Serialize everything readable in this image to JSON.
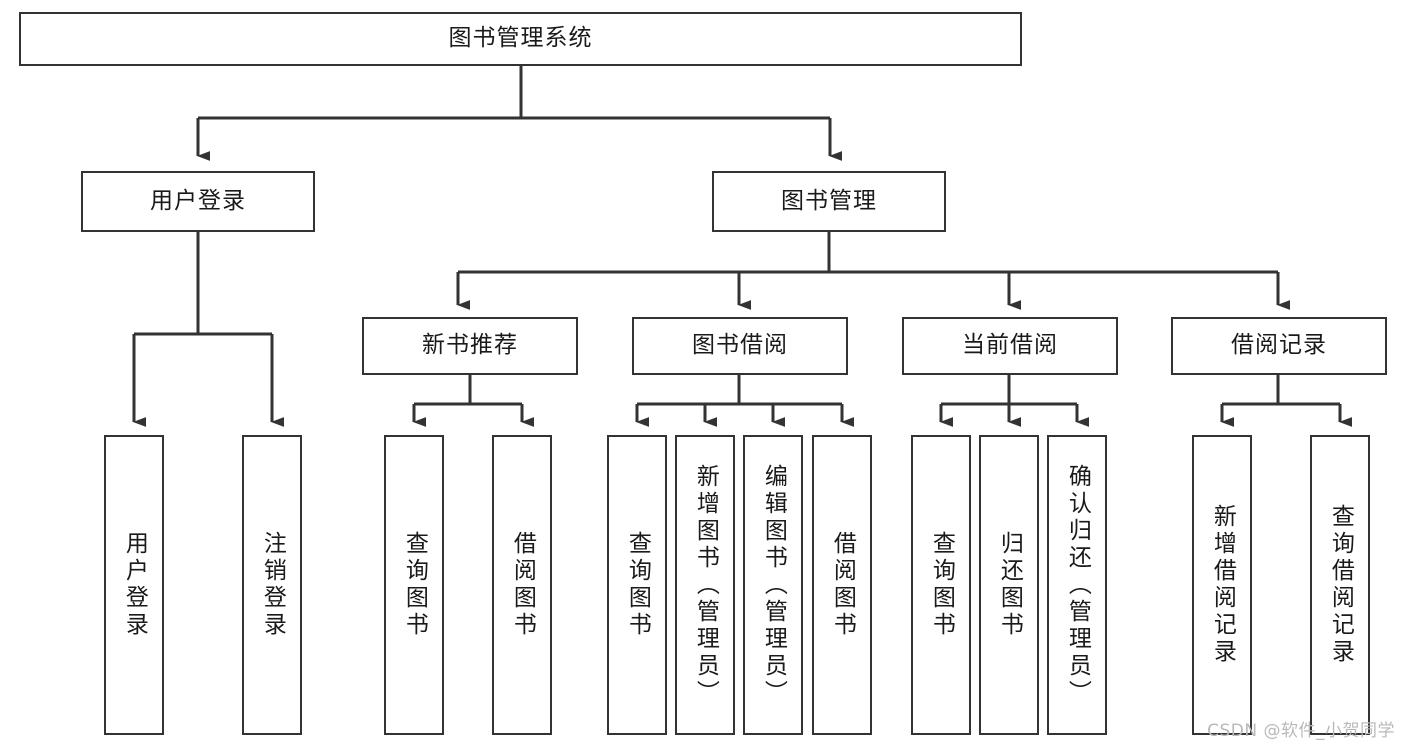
{
  "diagram": {
    "title": "图书管理系统",
    "type": "tree",
    "watermark": "CSDN @软件_小贺同学",
    "colors": {
      "stroke": "#333333",
      "fill": "#ffffff",
      "text": "#1a1a1a",
      "watermark": "#b9b9b9"
    },
    "root": {
      "label": "图书管理系统"
    },
    "level2": [
      {
        "label": "用户登录"
      },
      {
        "label": "图书管理"
      }
    ],
    "level3": [
      {
        "label": "新书推荐"
      },
      {
        "label": "图书借阅"
      },
      {
        "label": "当前借阅"
      },
      {
        "label": "借阅记录"
      }
    ],
    "leaves": {
      "user_login": [
        {
          "label": "用户登录"
        },
        {
          "label": "注销登录"
        }
      ],
      "new_book": [
        {
          "label": "查询图书"
        },
        {
          "label": "借阅图书"
        }
      ],
      "book_borrow": [
        {
          "label": "查询图书"
        },
        {
          "label": "新增图书（管理员）"
        },
        {
          "label": "编辑图书（管理员）"
        },
        {
          "label": "借阅图书"
        }
      ],
      "current_borrow": [
        {
          "label": "查询图书"
        },
        {
          "label": "归还图书"
        },
        {
          "label": "确认归还（管理员）"
        }
      ],
      "borrow_record": [
        {
          "label": "新增借阅记录"
        },
        {
          "label": "查询借阅记录"
        }
      ]
    }
  }
}
